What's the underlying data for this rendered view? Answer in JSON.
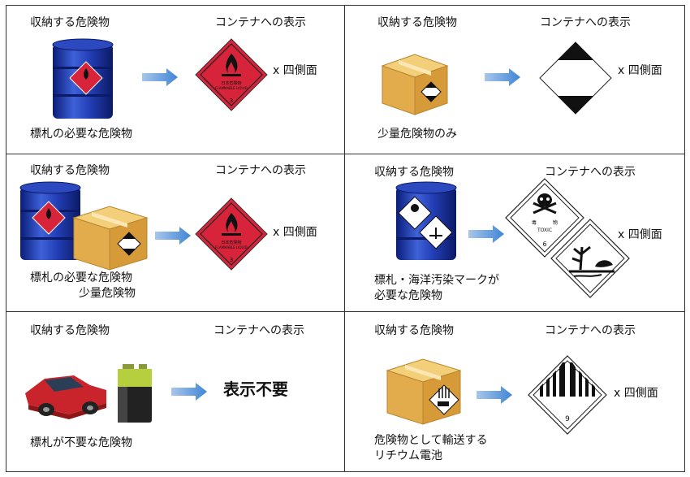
{
  "cells": [
    {
      "stored_label": "収納する危険物",
      "display_label": "コンテナへの表示",
      "caption_lines": [
        "標札の必要な危険物"
      ],
      "multiplier": "x  四側面",
      "placard_text": [
        "日本危険物",
        "FLAMMABLE LIQUID",
        "3"
      ]
    },
    {
      "stored_label": "収納する危険物",
      "display_label": "コンテナへの表示",
      "caption_lines": [
        "少量危険物のみ"
      ],
      "multiplier": "x  四側面"
    },
    {
      "stored_label": "収納する危険物",
      "display_label": "コンテナへの表示",
      "caption_lines": [
        "標札の必要な危険物",
        "少量危険物"
      ],
      "multiplier": "x  四側面",
      "placard_text": [
        "日本危険物",
        "FLAMMABLE LIQUID",
        "3"
      ]
    },
    {
      "stored_label": "収納する危険物",
      "display_label": "コンテナへの表示",
      "caption_lines": [
        "標札・海洋汚染マークが",
        "必要な危険物"
      ],
      "multiplier": "x  四側面",
      "placard_text": [
        "毒",
        "物",
        "TOXIC",
        "6"
      ]
    },
    {
      "stored_label": "収納する危険物",
      "display_label": "コンテナへの表示",
      "caption_lines": [
        "標札が不要な危険物"
      ],
      "display_text": "表示不要"
    },
    {
      "stored_label": "収納する危険物",
      "display_label": "コンテナへの表示",
      "caption_lines": [
        "危険物として輸送する",
        "リチウム電池"
      ],
      "multiplier": "x  四側面",
      "placard_text": [
        "9"
      ]
    }
  ]
}
